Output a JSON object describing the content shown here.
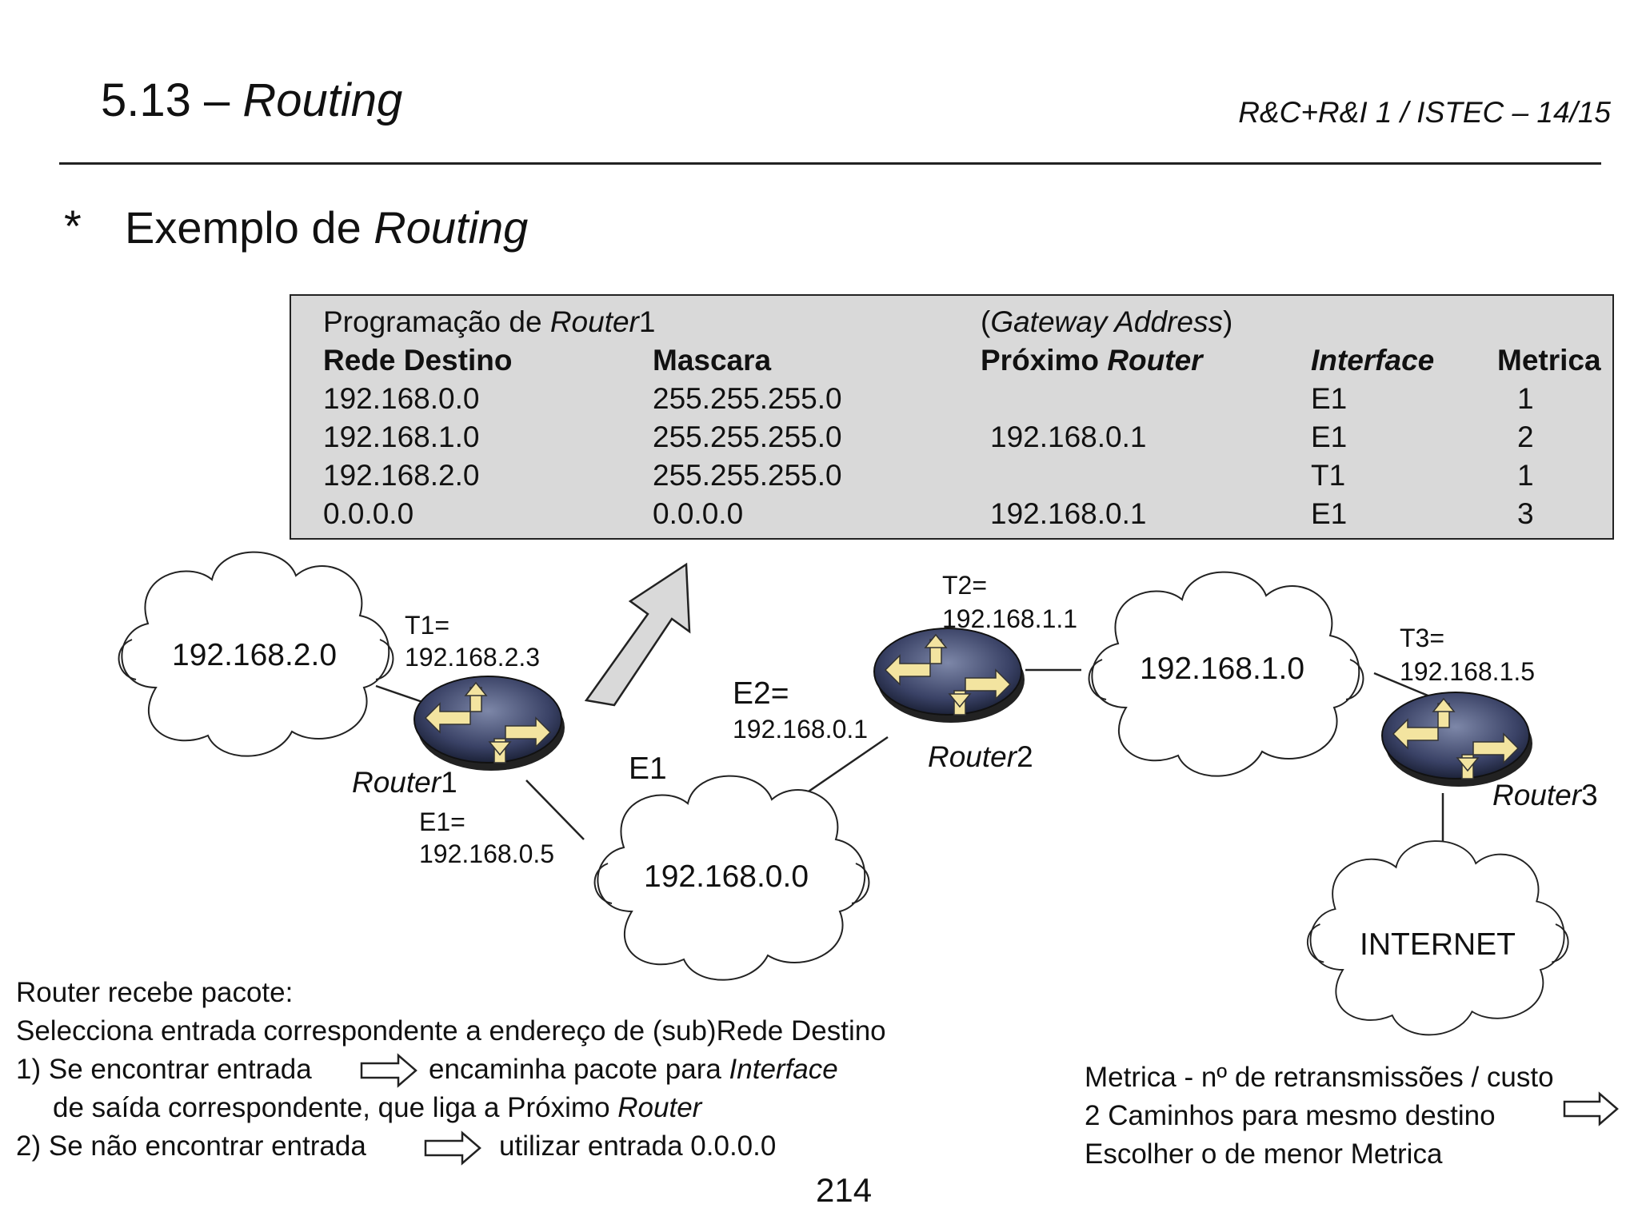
{
  "header": {
    "section_number": "5.13 – ",
    "section_title": "Routing",
    "course": "R&C+R&I 1 / ISTEC – 14/15"
  },
  "subtitle": {
    "bullet": "*",
    "prefix": "Exemplo de ",
    "emphasis": "Routing"
  },
  "routing_table": {
    "heading_prefix": "Programação de ",
    "heading_router": "Router",
    "heading_suffix": "1",
    "gateway_open": "(",
    "gateway_label": "Gateway Address",
    "gateway_close": ")",
    "columns": {
      "rede_destino": "Rede Destino",
      "mascara": "Mascara",
      "proximo_prefix": "Próximo ",
      "proximo_router": "Router",
      "interface": "Interface",
      "metrica": "Metrica"
    },
    "rows": [
      {
        "rede": "192.168.0.0",
        "mascara": "255.255.255.0",
        "proximo": "",
        "interface": "E1",
        "metrica": "1"
      },
      {
        "rede": "192.168.1.0",
        "mascara": "255.255.255.0",
        "proximo": "192.168.0.1",
        "interface": "E1",
        "metrica": "2"
      },
      {
        "rede": "192.168.2.0",
        "mascara": "255.255.255.0",
        "proximo": "",
        "interface": "T1",
        "metrica": "1"
      },
      {
        "rede": "0.0.0.0",
        "mascara": "0.0.0.0",
        "proximo": "192.168.0.1",
        "interface": "E1",
        "metrica": "3"
      }
    ]
  },
  "networks": {
    "net2": "192.168.2.0",
    "net0": "192.168.0.0",
    "net1": "192.168.1.0",
    "internet": "INTERNET"
  },
  "routers": {
    "r1_name": "Router",
    "r1_num": "1",
    "r2_name": "Router",
    "r2_num": "2",
    "r3_name": "Router",
    "r3_num": "3"
  },
  "interfaces": {
    "t1_label": "T1=",
    "t1_ip": "192.168.2.3",
    "e1_label": "E1=",
    "e1_ip": "192.168.0.5",
    "e1_tag": "E1",
    "e2_label": "E2=",
    "e2_ip": "192.168.0.1",
    "t2_label": "T2=",
    "t2_ip": "192.168.1.1",
    "t3_label": "T3=",
    "t3_ip": "192.168.1.5"
  },
  "explanation": {
    "line1": "Router recebe pacote:",
    "line2": "Selecciona entrada correspondente a endereço de (sub)Rede Destino",
    "line3_a": "1) Se encontrar entrada",
    "line3_b": "encaminha pacote para ",
    "line3_c": "Interface",
    "line4_a": "de saída correspondente, que liga a Próximo ",
    "line4_b": "Router",
    "line5_a": "2) Se não encontrar entrada",
    "line5_b": "utilizar entrada 0.0.0.0"
  },
  "metric_note": {
    "line1": "Metrica - nº de retransmissões / custo",
    "line2": "2 Caminhos para mesmo destino",
    "line3": "Escolher o de menor Metrica"
  },
  "page_number": "214"
}
